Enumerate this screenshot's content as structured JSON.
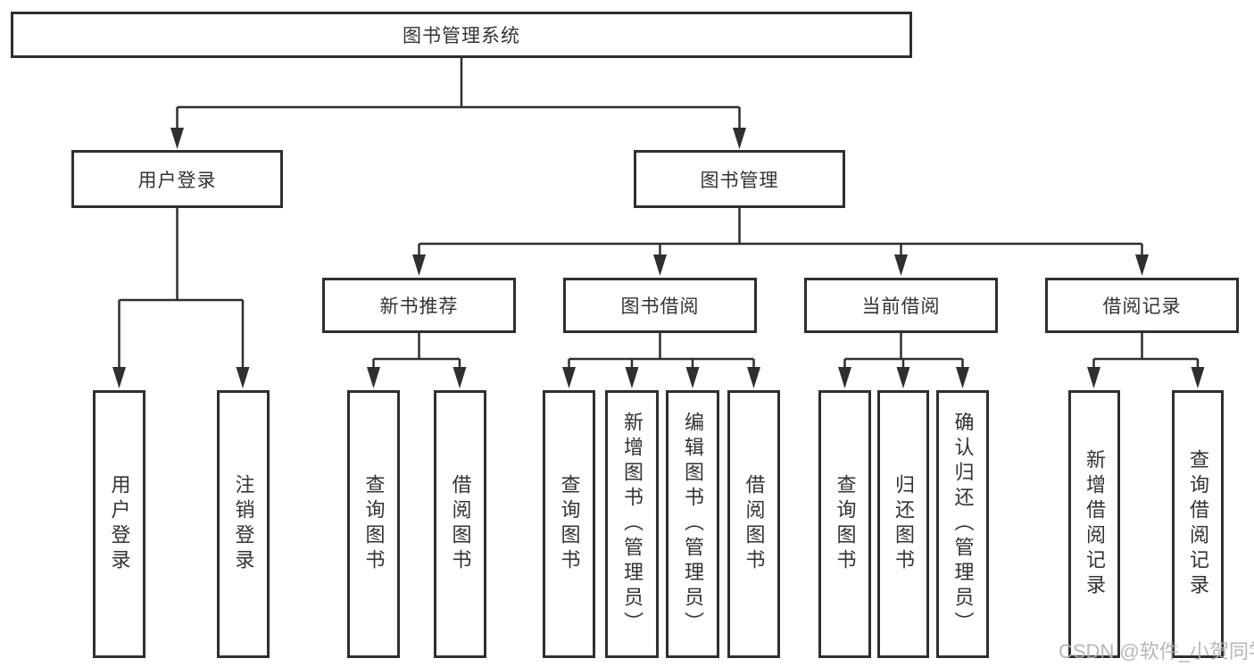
{
  "tree": {
    "label": "图书管理系统",
    "children": [
      {
        "label": "用户登录",
        "children": [
          {
            "label": "用户登录"
          },
          {
            "label": "注销登录"
          }
        ]
      },
      {
        "label": "图书管理",
        "children": [
          {
            "label": "新书推荐",
            "children": [
              {
                "label": "查询图书"
              },
              {
                "label": "借阅图书"
              }
            ]
          },
          {
            "label": "图书借阅",
            "children": [
              {
                "label": "查询图书"
              },
              {
                "label": "新增图书（管理员）"
              },
              {
                "label": "编辑图书（管理员）"
              },
              {
                "label": "借阅图书"
              }
            ]
          },
          {
            "label": "当前借阅",
            "children": [
              {
                "label": "查询图书"
              },
              {
                "label": "归还图书"
              },
              {
                "label": "确认归还（管理员）"
              }
            ]
          },
          {
            "label": "借阅记录",
            "children": [
              {
                "label": "新增借阅记录"
              },
              {
                "label": "查询借阅记录"
              }
            ]
          }
        ]
      }
    ]
  },
  "watermark": {
    "text": "CSDN @软件_小贺同学"
  },
  "colors": {
    "line": "#2f2f2f",
    "box_border": "#2f2f2f",
    "text": "#333333",
    "watermark": "#b0b0b0",
    "background": "#ffffff"
  }
}
